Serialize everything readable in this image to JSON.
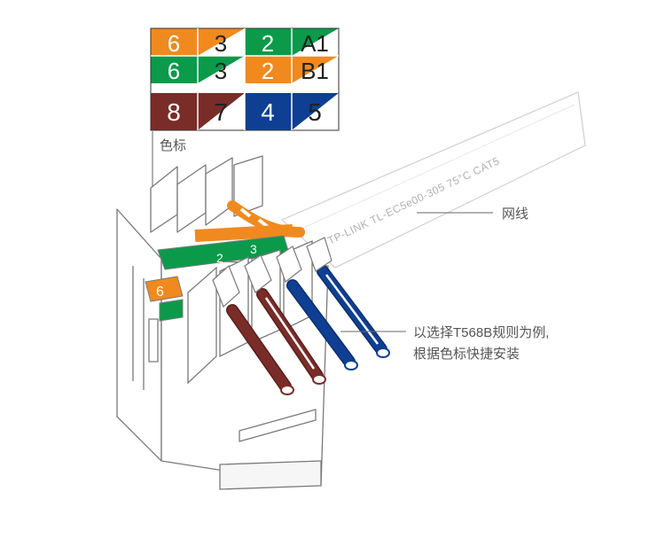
{
  "color_code_table": {
    "row1": [
      "6",
      "3",
      "2",
      "A1"
    ],
    "row2": [
      "6",
      "3",
      "2",
      "B1"
    ],
    "row3": [
      "8",
      "7",
      "4",
      "5"
    ]
  },
  "callouts": {
    "color_label": "色标",
    "cable_label": "网线",
    "instruction_line1": "以选择T568B规则为例,",
    "instruction_line2": "根据色标快捷安装"
  },
  "cable_print": "TP-LINK TL-EC5e00-305 75°C CAT5",
  "jack_labels": {
    "orange_front": "6",
    "green_mid": "2",
    "green_upper": "3"
  },
  "colors": {
    "orange": "#f08a1e",
    "green": "#0a9a4a",
    "brown": "#7a2c28",
    "blue": "#0e3f93",
    "line": "#666666",
    "text": "#555555"
  }
}
